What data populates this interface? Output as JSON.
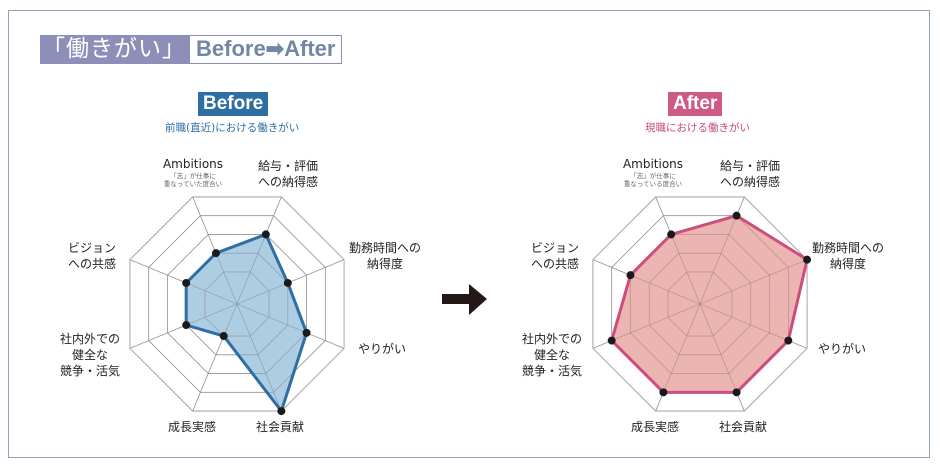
{
  "header": {
    "title_left": "「働きがい」",
    "title_right": "Before➡After"
  },
  "before": {
    "badge": "Before",
    "subtitle": "前職(直近)における働きがい",
    "color": "#2e6ea3",
    "fill": "#9fc4de"
  },
  "after": {
    "badge": "After",
    "subtitle": "現職における働きがい",
    "color": "#cd4d7c",
    "fill": "#eaa8a4"
  },
  "axes": {
    "ambitions": {
      "label": "Ambitions",
      "note_before_1": "「志」が仕事に",
      "note_before_2": "重なっていた度合い",
      "note_after_1": "「志」が仕事に",
      "note_after_2": "重なっている度合い"
    },
    "pay": {
      "line1": "給与・評価",
      "line2": "への納得感"
    },
    "hours": {
      "line1": "勤務時間への",
      "line2": "納得度"
    },
    "worth": {
      "line1": "やりがい"
    },
    "social": {
      "line1": "社会貢献"
    },
    "growth": {
      "line1": "成長実感"
    },
    "compete": {
      "line1": "社内外での",
      "line2": "健全な",
      "line3": "競争・活気"
    },
    "vision": {
      "line1": "ビジョン",
      "line2": "への共感"
    }
  },
  "chart_data": [
    {
      "type": "radar",
      "title": "Before — 前職(直近)における働きがい",
      "categories": [
        "Ambitions",
        "給与・評価への納得感",
        "勤務時間への納得度",
        "やりがい",
        "社会貢献",
        "成長実感",
        "社内外での健全な競争・活気",
        "ビジョンへの共感"
      ],
      "values": [
        2,
        3,
        2,
        3,
        5,
        1,
        2,
        2
      ],
      "rlim": [
        0,
        5
      ],
      "rings": 5,
      "color": "#2e6ea3"
    },
    {
      "type": "radar",
      "title": "After — 現職における働きがい",
      "categories": [
        "Ambitions",
        "給与・評価への納得感",
        "勤務時間への納得度",
        "やりがい",
        "社会貢献",
        "成長実感",
        "社内外での健全な競争・活気",
        "ビジョンへの共感"
      ],
      "values": [
        3,
        4,
        5,
        4,
        4,
        4,
        4,
        3
      ],
      "rlim": [
        0,
        5
      ],
      "rings": 5,
      "color": "#cd4d7c"
    }
  ]
}
